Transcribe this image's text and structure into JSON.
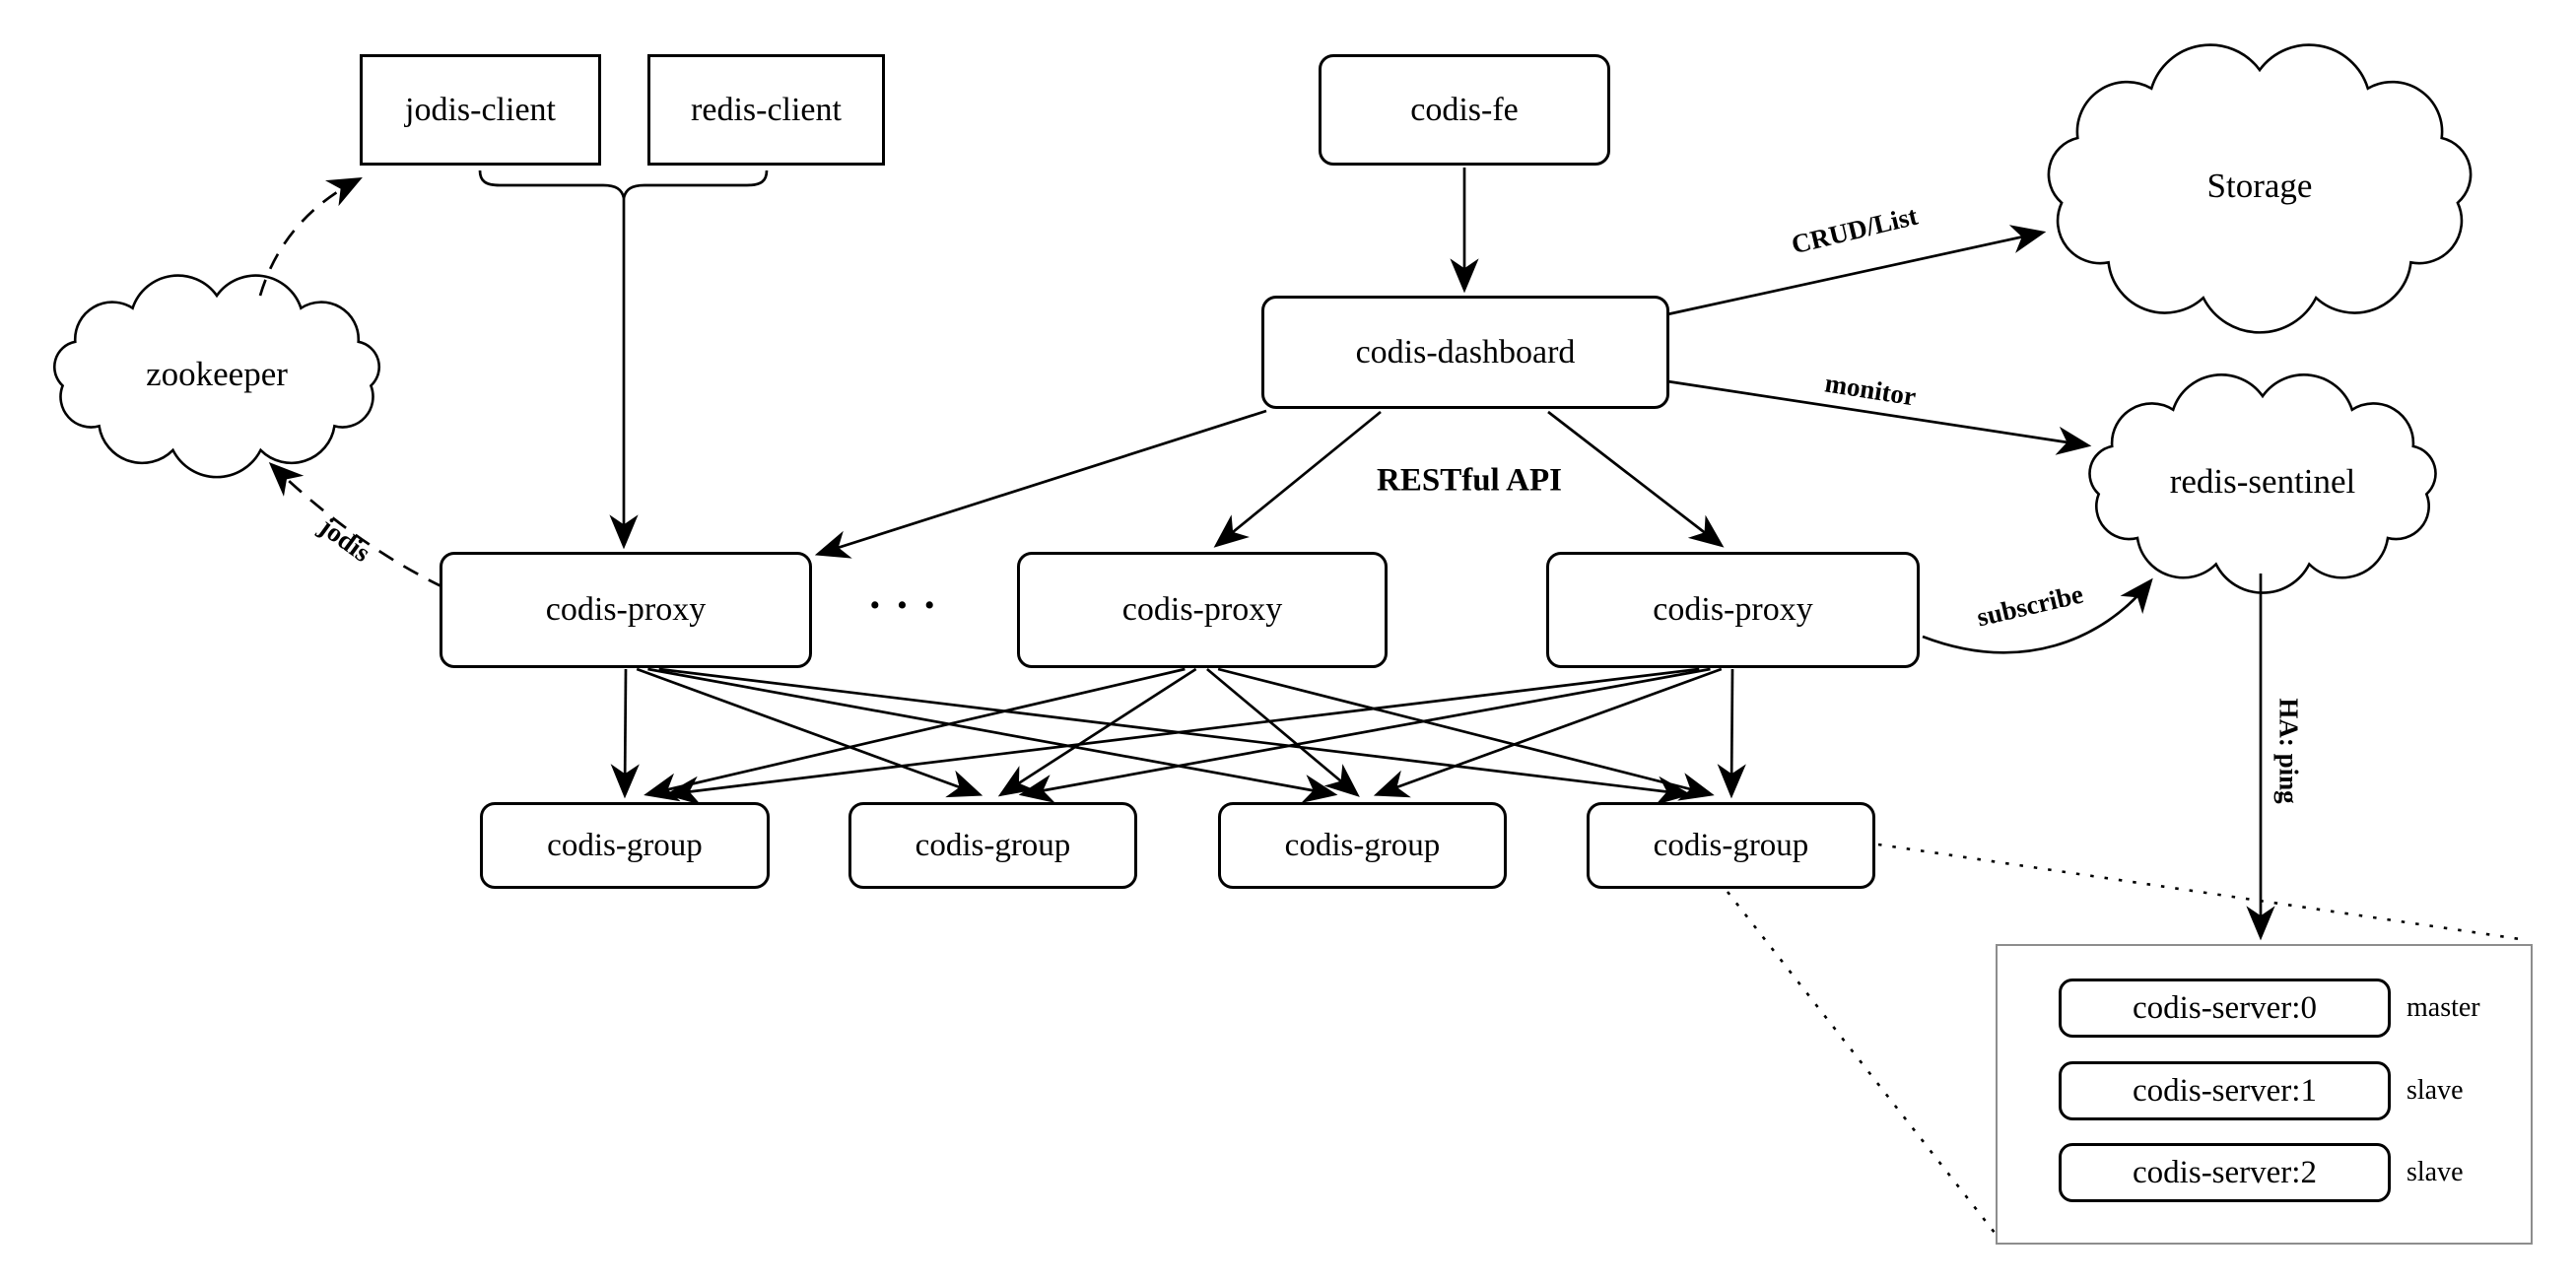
{
  "nodes": {
    "jodis_client": "jodis-client",
    "redis_client": "redis-client",
    "codis_fe": "codis-fe",
    "codis_dashboard": "codis-dashboard",
    "zookeeper": "zookeeper",
    "storage": "Storage",
    "redis_sentinel": "redis-sentinel",
    "proxies": [
      "codis-proxy",
      "codis-proxy",
      "codis-proxy"
    ],
    "proxy_ellipsis": "···",
    "groups": [
      "codis-group",
      "codis-group",
      "codis-group",
      "codis-group"
    ],
    "servers": [
      {
        "label": "codis-server:0",
        "role": "master"
      },
      {
        "label": "codis-server:1",
        "role": "slave"
      },
      {
        "label": "codis-server:2",
        "role": "slave"
      }
    ]
  },
  "edge_labels": {
    "crud": "CRUD/List",
    "monitor": "monitor",
    "restful": "RESTful API",
    "subscribe": "subscribe",
    "jodis": "jodis",
    "ha_ping": "HA: ping"
  },
  "colors": {
    "stroke": "#000000",
    "container_border": "#8d8d8d",
    "background": "#ffffff"
  }
}
